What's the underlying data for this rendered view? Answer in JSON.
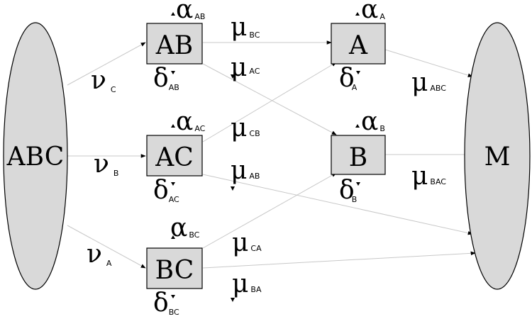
{
  "nodes": {
    "ABC": {
      "label": "ABC"
    },
    "AB": {
      "label": "AB"
    },
    "AC": {
      "label": "AC"
    },
    "BC": {
      "label": "BC"
    },
    "A": {
      "label": "A"
    },
    "B": {
      "label": "B"
    },
    "M": {
      "label": "M"
    }
  },
  "rates": {
    "nu_c": {
      "sym": "ν",
      "sub": "C"
    },
    "nu_b": {
      "sym": "ν",
      "sub": "B"
    },
    "nu_a": {
      "sym": "ν",
      "sub": "A"
    },
    "mu_bc": {
      "sym": "μ",
      "sub": "BC"
    },
    "mu_ac": {
      "sym": "μ",
      "sub": "AC"
    },
    "mu_cb": {
      "sym": "μ",
      "sub": "CB"
    },
    "mu_ab": {
      "sym": "μ",
      "sub": "AB"
    },
    "mu_ca": {
      "sym": "μ",
      "sub": "CA"
    },
    "mu_ba": {
      "sym": "μ",
      "sub": "BA"
    },
    "mu_abc": {
      "sym": "μ",
      "sub": "ABC"
    },
    "mu_bac": {
      "sym": "μ",
      "sub": "BAC"
    },
    "alpha_ab": {
      "sym": "α",
      "sub": "AB"
    },
    "alpha_ac": {
      "sym": "α",
      "sub": "AC"
    },
    "alpha_bc": {
      "sym": "α",
      "sub": "BC"
    },
    "alpha_a": {
      "sym": "α",
      "sub": "A"
    },
    "alpha_b": {
      "sym": "α",
      "sub": "B"
    },
    "delta_ab": {
      "sym": "δ",
      "sub": "AB"
    },
    "delta_ac": {
      "sym": "δ",
      "sub": "AC"
    },
    "delta_bc": {
      "sym": "δ",
      "sub": "BC"
    },
    "delta_a": {
      "sym": "δ",
      "sub": "A"
    },
    "delta_b": {
      "sym": "δ",
      "sub": "B"
    }
  }
}
